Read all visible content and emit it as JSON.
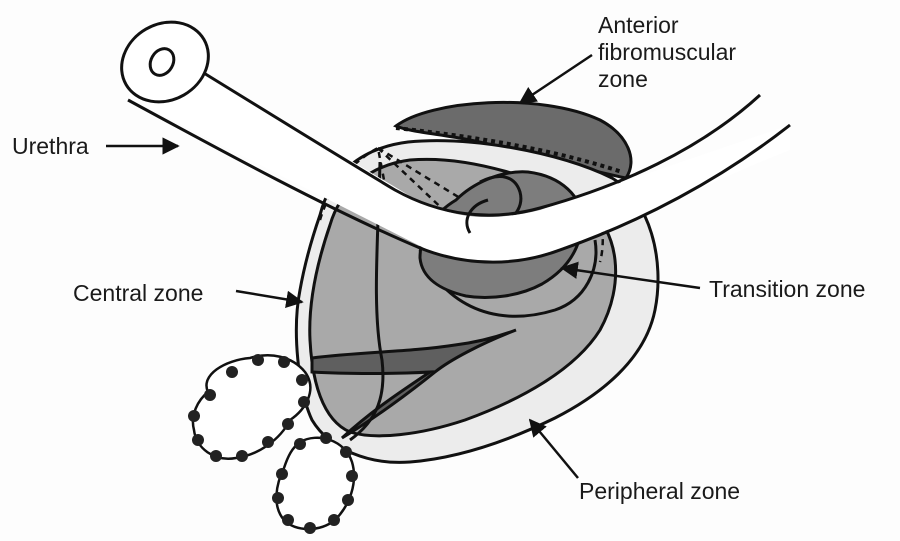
{
  "labels": {
    "anterior_line1": "Anterior",
    "anterior_line2": "fibromuscular",
    "anterior_line3": "zone",
    "urethra": "Urethra",
    "central_zone": "Central zone",
    "transition_zone": "Transition zone",
    "peripheral_zone": "Peripheral zone"
  },
  "colors": {
    "outline": "#111111",
    "peripheral_fill": "#ececec",
    "central_fill": "#a9a9a9",
    "transition_fill": "#7d7d7d",
    "anterior_fill": "#6b6b6b",
    "urethra_fill": "#ffffff",
    "duct_fill": "#5f5f5f"
  }
}
